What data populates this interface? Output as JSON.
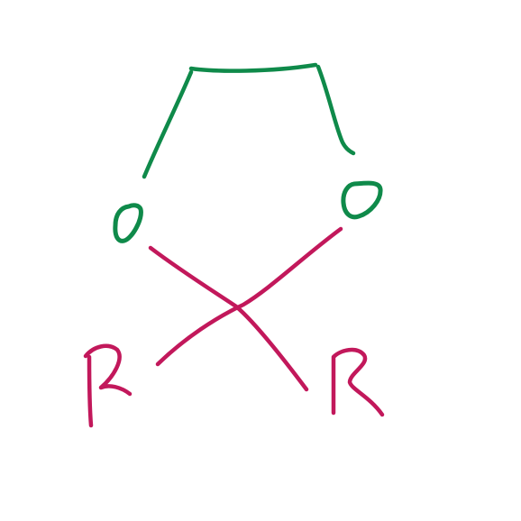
{
  "drawing": {
    "background_color": "#ffffff",
    "colors": {
      "green": "#0f8a4a",
      "magenta": "#c2185b"
    },
    "marks": [
      "green-arch-stroke",
      "left-green-ring",
      "right-green-ring",
      "magenta-cross-stroke-a",
      "magenta-cross-stroke-b",
      "left-magenta-r-glyph",
      "right-magenta-r-glyph"
    ]
  }
}
